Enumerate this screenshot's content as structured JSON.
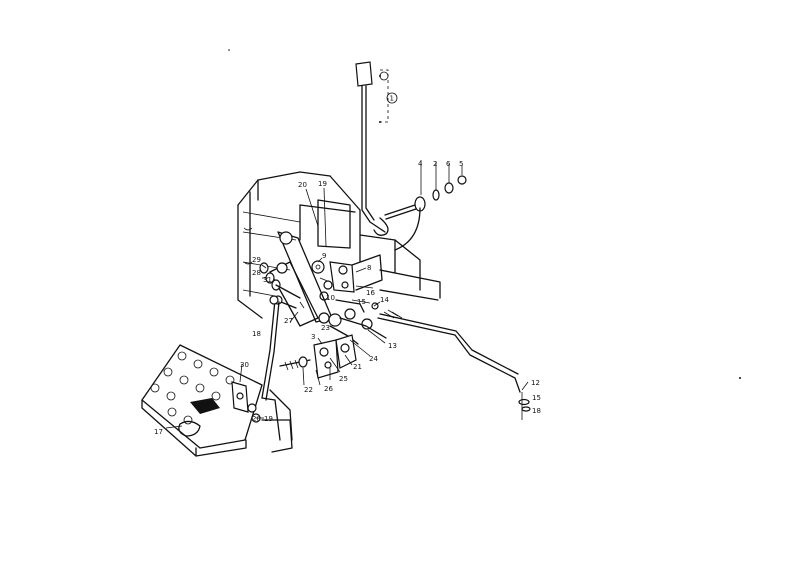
{
  "callouts": {
    "c1": "1",
    "c2": "2",
    "c3": "3",
    "c4": "4",
    "c5": "5",
    "c6": "6",
    "c8": "8",
    "c9": "9",
    "c10": "10",
    "c12": "12",
    "c13": "13",
    "c14": "14",
    "c15a": "15",
    "c15b": "15",
    "c16": "16",
    "c17": "17",
    "c18a": "18",
    "c18b": "18",
    "c19a": "19",
    "c19b": "19",
    "c20a": "20",
    "c20b": "20",
    "c21": "21",
    "c22": "22",
    "c23": "23",
    "c24": "24",
    "c25": "25",
    "c26": "26",
    "c27": "27",
    "c28": "28",
    "c29": "29",
    "c30": "30",
    "c31": "31"
  }
}
